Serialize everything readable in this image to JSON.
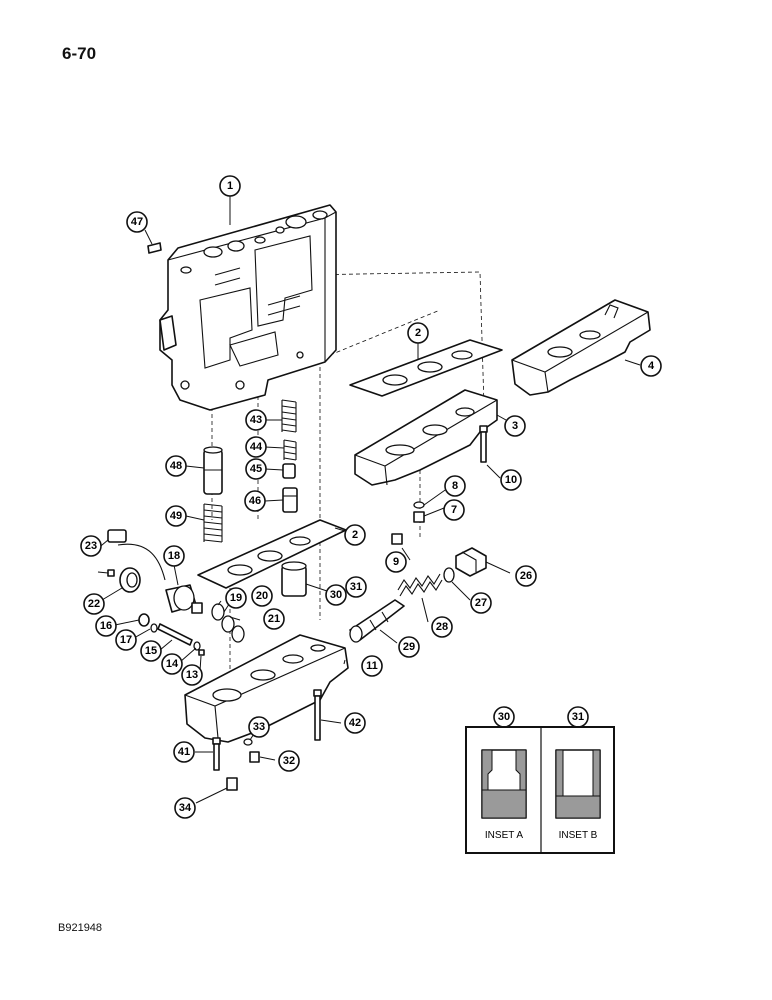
{
  "page": {
    "number": "6-70",
    "figure_code": "B921948"
  },
  "callouts": [
    {
      "id": "c1",
      "label": "1"
    },
    {
      "id": "c2a",
      "label": "2"
    },
    {
      "id": "c2b",
      "label": "2"
    },
    {
      "id": "c3",
      "label": "3"
    },
    {
      "id": "c4",
      "label": "4"
    },
    {
      "id": "c7",
      "label": "7"
    },
    {
      "id": "c8",
      "label": "8"
    },
    {
      "id": "c9",
      "label": "9"
    },
    {
      "id": "c10",
      "label": "10"
    },
    {
      "id": "c11",
      "label": "11"
    },
    {
      "id": "c13",
      "label": "13"
    },
    {
      "id": "c14",
      "label": "14"
    },
    {
      "id": "c15",
      "label": "15"
    },
    {
      "id": "c16",
      "label": "16"
    },
    {
      "id": "c17",
      "label": "17"
    },
    {
      "id": "c18",
      "label": "18"
    },
    {
      "id": "c19",
      "label": "19"
    },
    {
      "id": "c20",
      "label": "20"
    },
    {
      "id": "c21",
      "label": "21"
    },
    {
      "id": "c22",
      "label": "22"
    },
    {
      "id": "c23",
      "label": "23"
    },
    {
      "id": "c26",
      "label": "26"
    },
    {
      "id": "c27",
      "label": "27"
    },
    {
      "id": "c28",
      "label": "28"
    },
    {
      "id": "c29",
      "label": "29"
    },
    {
      "id": "c30",
      "label": "30"
    },
    {
      "id": "c31",
      "label": "31"
    },
    {
      "id": "c32",
      "label": "32"
    },
    {
      "id": "c33",
      "label": "33"
    },
    {
      "id": "c34",
      "label": "34"
    },
    {
      "id": "c41",
      "label": "41"
    },
    {
      "id": "c42",
      "label": "42"
    },
    {
      "id": "c43",
      "label": "43"
    },
    {
      "id": "c44",
      "label": "44"
    },
    {
      "id": "c45",
      "label": "45"
    },
    {
      "id": "c46",
      "label": "46"
    },
    {
      "id": "c47",
      "label": "47"
    },
    {
      "id": "c48",
      "label": "48"
    },
    {
      "id": "c49",
      "label": "49"
    }
  ],
  "insets": {
    "a": {
      "callout": "30",
      "label": "INSET A"
    },
    "b": {
      "callout": "31",
      "label": "INSET B"
    }
  }
}
